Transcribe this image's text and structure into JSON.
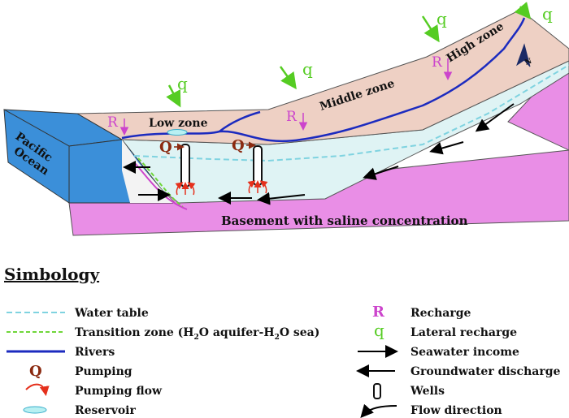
{
  "diagram": {
    "labels": {
      "ocean": [
        "Pacific",
        "Ocean"
      ],
      "low_zone": "Low zone",
      "middle_zone": "Middle zone",
      "high_zone": "High zone",
      "basement": "Basement with saline concentration",
      "north": "N",
      "recharge_symbol": "R",
      "lateral_symbol": "q",
      "pumping_symbol": "Q"
    },
    "colors": {
      "ocean": "#3b8fd9",
      "ocean_side": "#2f6fb3",
      "land": "#eed0c4",
      "aquifer": "#dff3f4",
      "basement": "#e98ee6",
      "river": "#1c2bbf",
      "water_table": "#7fd3e0",
      "transition": "#6fd63a",
      "recharge": "#cc44cc",
      "lateral": "#55cc22",
      "pumping": "#8b2a10",
      "pump_flow": "#e5301c"
    }
  },
  "legend": {
    "title": "Simbology",
    "left": [
      {
        "label": "Water table",
        "icon": "dashed-cyan-line"
      },
      {
        "label": "Transition zone (H",
        "sub": "2",
        "mid": "O aquifer-H",
        "sub2": "2",
        "end": "O sea)",
        "icon": "dashed-green-line"
      },
      {
        "label": "Rivers",
        "icon": "blue-line"
      },
      {
        "label": "Pumping",
        "icon": "pumping-q"
      },
      {
        "label": "Pumping flow",
        "icon": "curved-red-arrow"
      },
      {
        "label": "Reservoir",
        "icon": "cyan-ellipse"
      }
    ],
    "right": [
      {
        "label": "Recharge",
        "icon": "recharge-r"
      },
      {
        "label": "Lateral recharge",
        "icon": "lateral-q"
      },
      {
        "label": "Seawater income",
        "icon": "right-arrow"
      },
      {
        "label": "Groundwater discharge",
        "icon": "left-arrow"
      },
      {
        "label": "Wells",
        "icon": "well"
      },
      {
        "label": "Flow direction",
        "icon": "curved-arrow"
      }
    ]
  }
}
